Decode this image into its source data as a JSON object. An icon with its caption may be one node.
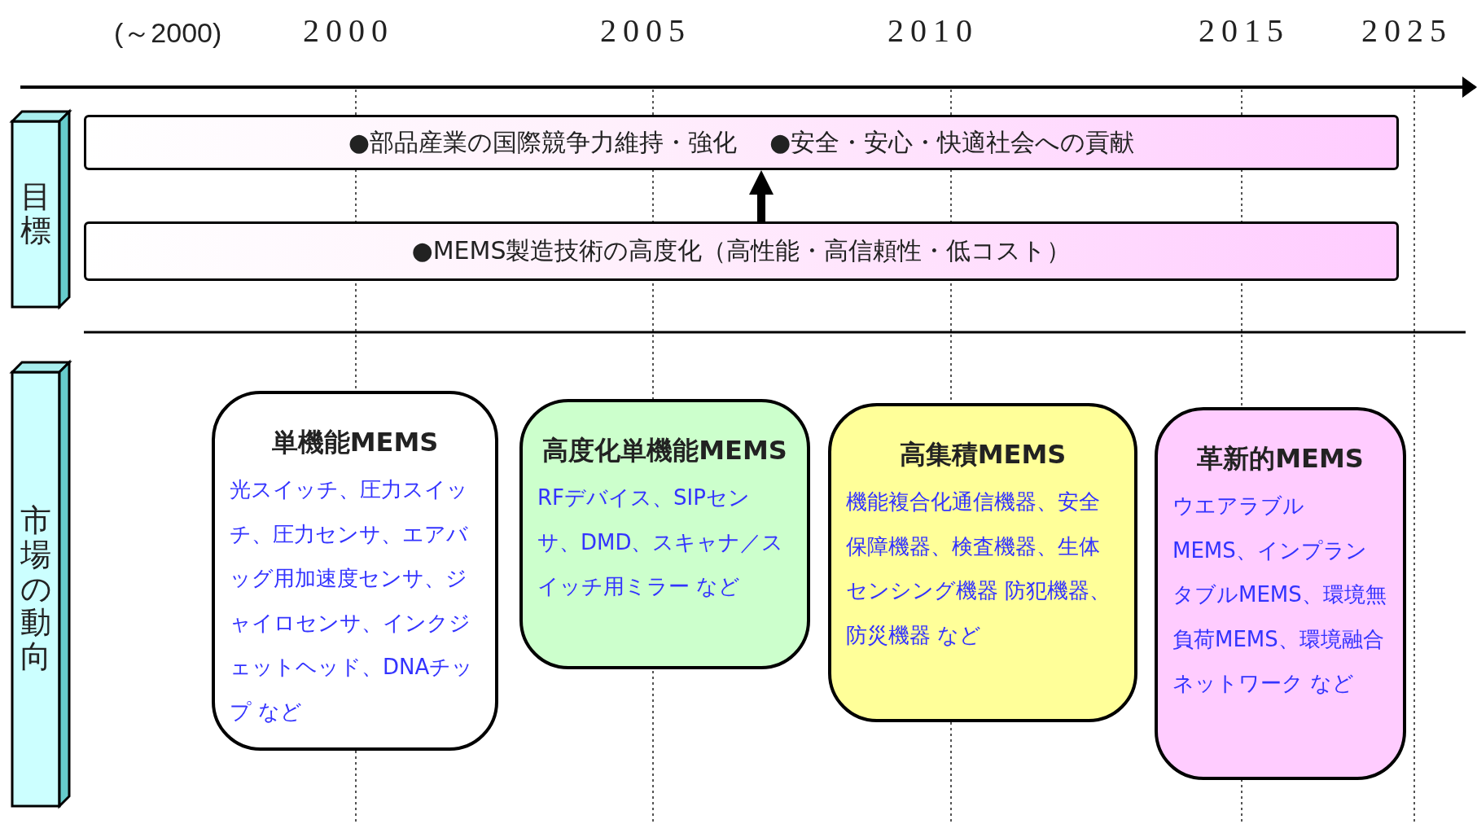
{
  "diagram": {
    "nodes": [
      {
        "text": [
          "目標"
        ]
      },
      {
        "text": [
          "●部品産業の国際競争力維持・強化",
          "●安全・安心・快適社会への貢献"
        ]
      },
      {
        "text": [
          "●MEMS製造技術の高度化（高性能・高信頼性・低コスト）"
        ]
      },
      {
        "text": [
          "市場の動向"
        ]
      },
      {
        "text": [
          "単機能MEMS",
          "光スイッチ、圧力スイッチ、圧力センサ、エアバッグ用加速度センサ、ジャイロセンサ、インクジェットヘッド、DNAチップ など"
        ]
      },
      {
        "text": [
          "高度化単機能MEMS",
          "RFデバイス、SIPセンサ、DMD、スキャナ／スイッチ用ミラー など"
        ]
      },
      {
        "text": [
          "高集積MEMS",
          "機能複合化通信機器、安全保障機器、検査機器、生体センシング機器 防犯機器、防災機器 など"
        ]
      },
      {
        "text": [
          "革新的MEMS",
          "ウエアラブルMEMS、インプランタブルMEMS、環境無負荷MEMS、環境融合ネットワーク など"
        ]
      }
    ],
    "edges": [
      {
        "from": 2,
        "to": 1,
        "arrow": "to"
      }
    ],
    "labels": [
      "(～2000)",
      "2000",
      "2005",
      "2010",
      "2015",
      "2025"
    ]
  }
}
